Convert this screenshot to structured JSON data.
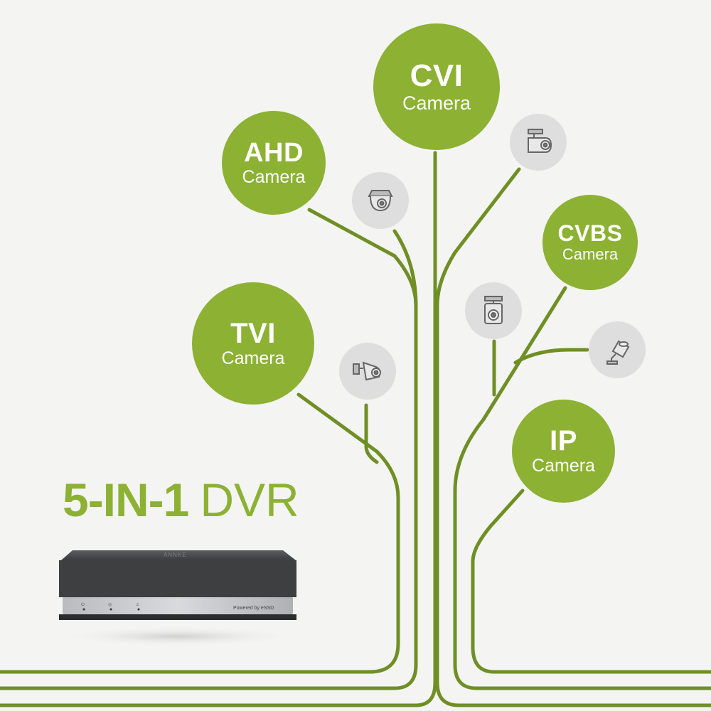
{
  "headline": {
    "bold": "5-IN-1",
    "light": "DVR"
  },
  "dvr": {
    "brand": "ANNKE",
    "powered_by": "Powered by eSSD"
  },
  "cameras": {
    "cvi": {
      "title": "CVI",
      "subtitle": "Camera"
    },
    "ahd": {
      "title": "AHD",
      "subtitle": "Camera"
    },
    "cvbs": {
      "title": "CVBS",
      "subtitle": "Camera"
    },
    "tvi": {
      "title": "TVI",
      "subtitle": "Camera"
    },
    "ip": {
      "title": "IP",
      "subtitle": "Camera"
    }
  },
  "icons": [
    "dome-camera-icon",
    "bullet-camera-icon",
    "box-camera-icon",
    "side-bullet-camera-icon",
    "turret-camera-icon"
  ],
  "colors": {
    "accent": "#8cb133",
    "line": "#6f8f25",
    "icon_bg": "#dedede",
    "background": "#f4f4f3"
  }
}
